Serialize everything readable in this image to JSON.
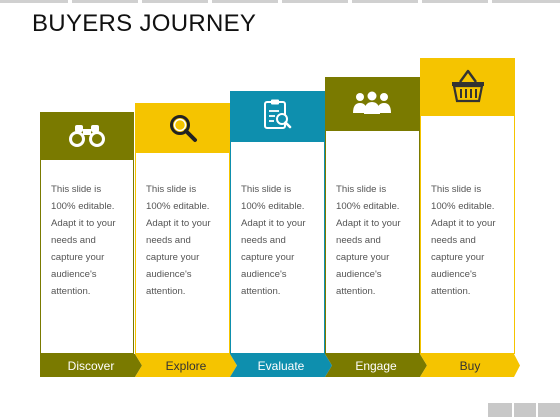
{
  "title": "BUYERS JOURNEY",
  "colors": {
    "olive": "#7a7a00",
    "yellow": "#f5c400",
    "teal": "#0e8fae"
  },
  "steps": [
    {
      "label": "Discover",
      "icon": "binoculars-icon",
      "body": "This slide is 100% editable. Adapt it to your needs and capture your audience's attention."
    },
    {
      "label": "Explore",
      "icon": "magnifier-icon",
      "body": "This slide is 100% editable. Adapt it to your needs and capture your audience's attention."
    },
    {
      "label": "Evaluate",
      "icon": "clipboard-search-icon",
      "body": "This slide is 100% editable. Adapt it to your needs and capture your audience's attention."
    },
    {
      "label": "Engage",
      "icon": "people-group-icon",
      "body": "This slide is 100% editable. Adapt it to your needs and capture your audience's attention."
    },
    {
      "label": "Buy",
      "icon": "shopping-basket-icon",
      "body": "This slide is 100% editable. Adapt it to your needs and capture your audience's attention."
    }
  ]
}
